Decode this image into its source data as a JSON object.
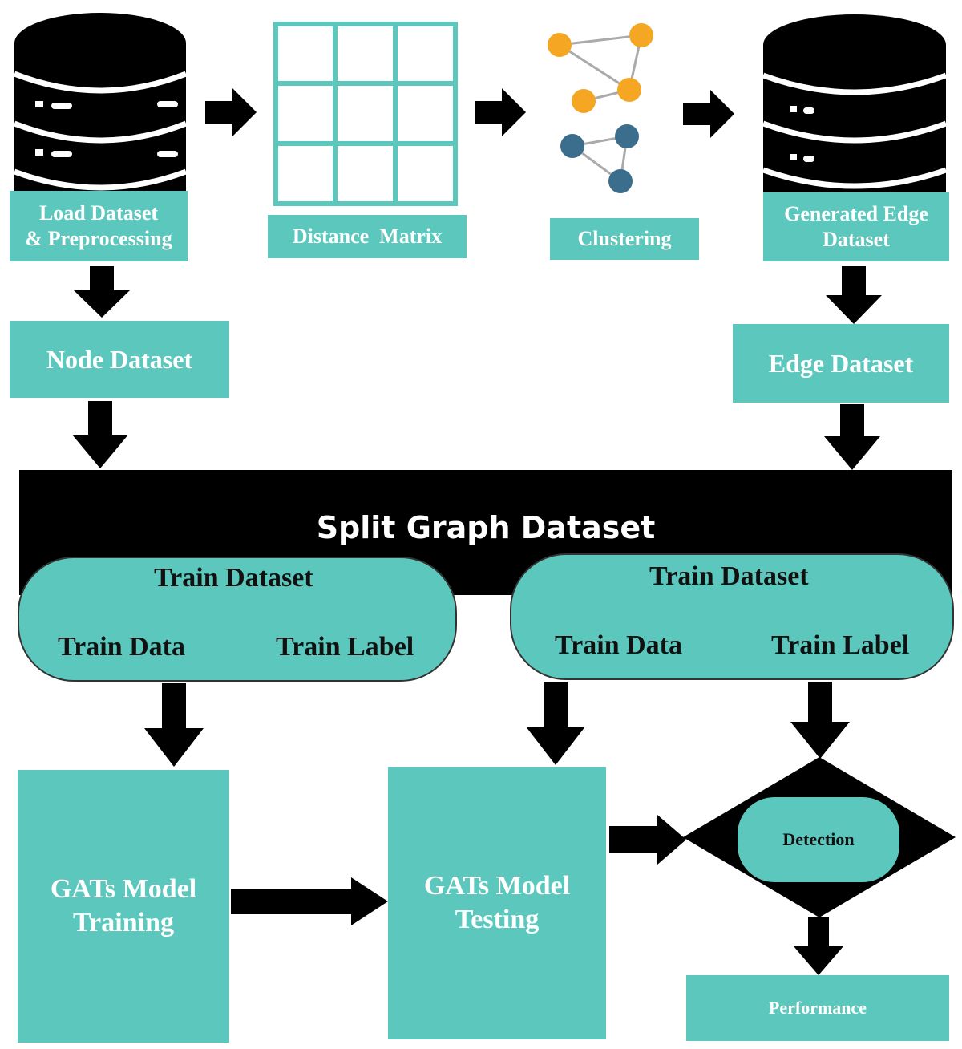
{
  "colors": {
    "teal": "#5cc8bd",
    "black": "#000000",
    "orange_node": "#f5a623",
    "blue_node": "#3a6e8c"
  },
  "top_row": {
    "load": "Load Dataset\n& Preprocessing",
    "distance": "Distance  Matrix",
    "clustering": "Clustering",
    "generated": "Generated Edge\nDataset"
  },
  "node_dataset": "Node Dataset",
  "edge_dataset": "Edge Dataset",
  "split": {
    "title": "Split Graph Dataset",
    "left": {
      "title": "Train Dataset",
      "data": "Train Data",
      "label": "Train Label"
    },
    "right": {
      "title": "Train Dataset",
      "data": "Train Data",
      "label": "Train Label"
    }
  },
  "training": "GATs Model\nTraining",
  "testing": "GATs Model\nTesting",
  "detection": "Detection",
  "performance": "Performance",
  "icons": [
    "database-icon",
    "distance-matrix-icon",
    "cluster-graph-icon",
    "database-icon"
  ]
}
